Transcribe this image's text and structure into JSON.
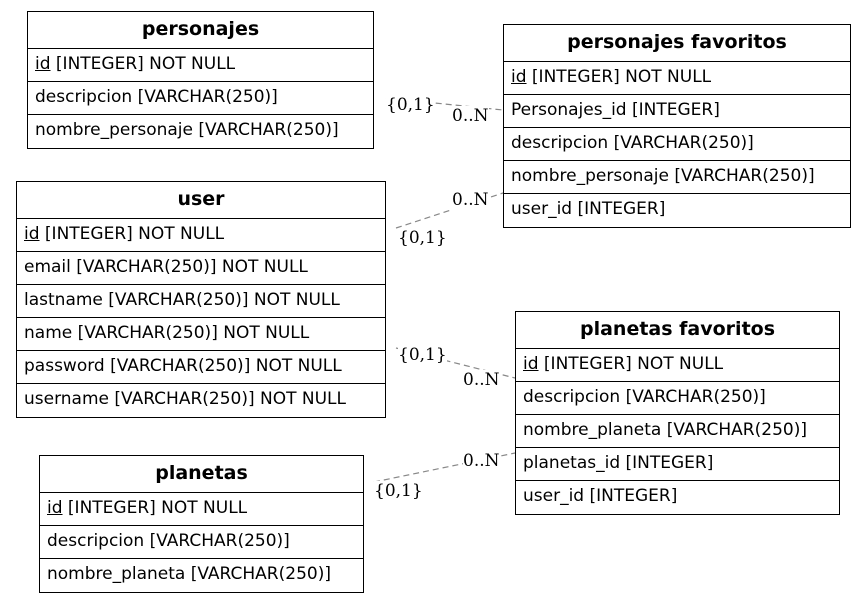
{
  "entities": {
    "personajes": {
      "title": "personajes",
      "attrs": [
        {
          "pk": "id",
          "rest": " [INTEGER] NOT NULL"
        },
        {
          "text": "descripcion [VARCHAR(250)]"
        },
        {
          "text": "nombre_personaje [VARCHAR(250)]"
        }
      ]
    },
    "personajes_favoritos": {
      "title": "personajes favoritos",
      "attrs": [
        {
          "pk": "id",
          "rest": " [INTEGER] NOT NULL"
        },
        {
          "text": "Personajes_id [INTEGER]"
        },
        {
          "text": "descripcion [VARCHAR(250)]"
        },
        {
          "text": "nombre_personaje [VARCHAR(250)]"
        },
        {
          "text": "user_id [INTEGER]"
        }
      ]
    },
    "user": {
      "title": "user",
      "attrs": [
        {
          "pk": "id",
          "rest": " [INTEGER] NOT NULL"
        },
        {
          "text": "email [VARCHAR(250)] NOT NULL"
        },
        {
          "text": "lastname [VARCHAR(250)] NOT NULL"
        },
        {
          "text": "name [VARCHAR(250)] NOT NULL"
        },
        {
          "text": "password [VARCHAR(250)] NOT NULL"
        },
        {
          "text": "username [VARCHAR(250)] NOT NULL"
        }
      ]
    },
    "planetas_favoritos": {
      "title": "planetas favoritos",
      "attrs": [
        {
          "pk": "id",
          "rest": " [INTEGER] NOT NULL"
        },
        {
          "text": "descripcion [VARCHAR(250)]"
        },
        {
          "text": "nombre_planeta [VARCHAR(250)]"
        },
        {
          "text": "planetas_id [INTEGER]"
        },
        {
          "text": "user_id [INTEGER]"
        }
      ]
    },
    "planetas": {
      "title": "planetas",
      "attrs": [
        {
          "pk": "id",
          "rest": " [INTEGER] NOT NULL"
        },
        {
          "text": "descripcion [VARCHAR(250)]"
        },
        {
          "text": "nombre_planeta [VARCHAR(250)]"
        }
      ]
    }
  },
  "relationships": [
    {
      "from": "personajes",
      "to": "personajes favoritos",
      "from_card": "{0,1}",
      "to_card": "0..N"
    },
    {
      "from": "user",
      "to": "personajes favoritos",
      "from_card": "{0,1}",
      "to_card": "0..N"
    },
    {
      "from": "user",
      "to": "planetas favoritos",
      "from_card": "{0,1}",
      "to_card": "0..N"
    },
    {
      "from": "planetas",
      "to": "planetas favoritos",
      "from_card": "{0,1}",
      "to_card": "0..N"
    }
  ],
  "colors": {
    "line": "#000000",
    "relationship_line": "#888888",
    "background": "#ffffff"
  }
}
